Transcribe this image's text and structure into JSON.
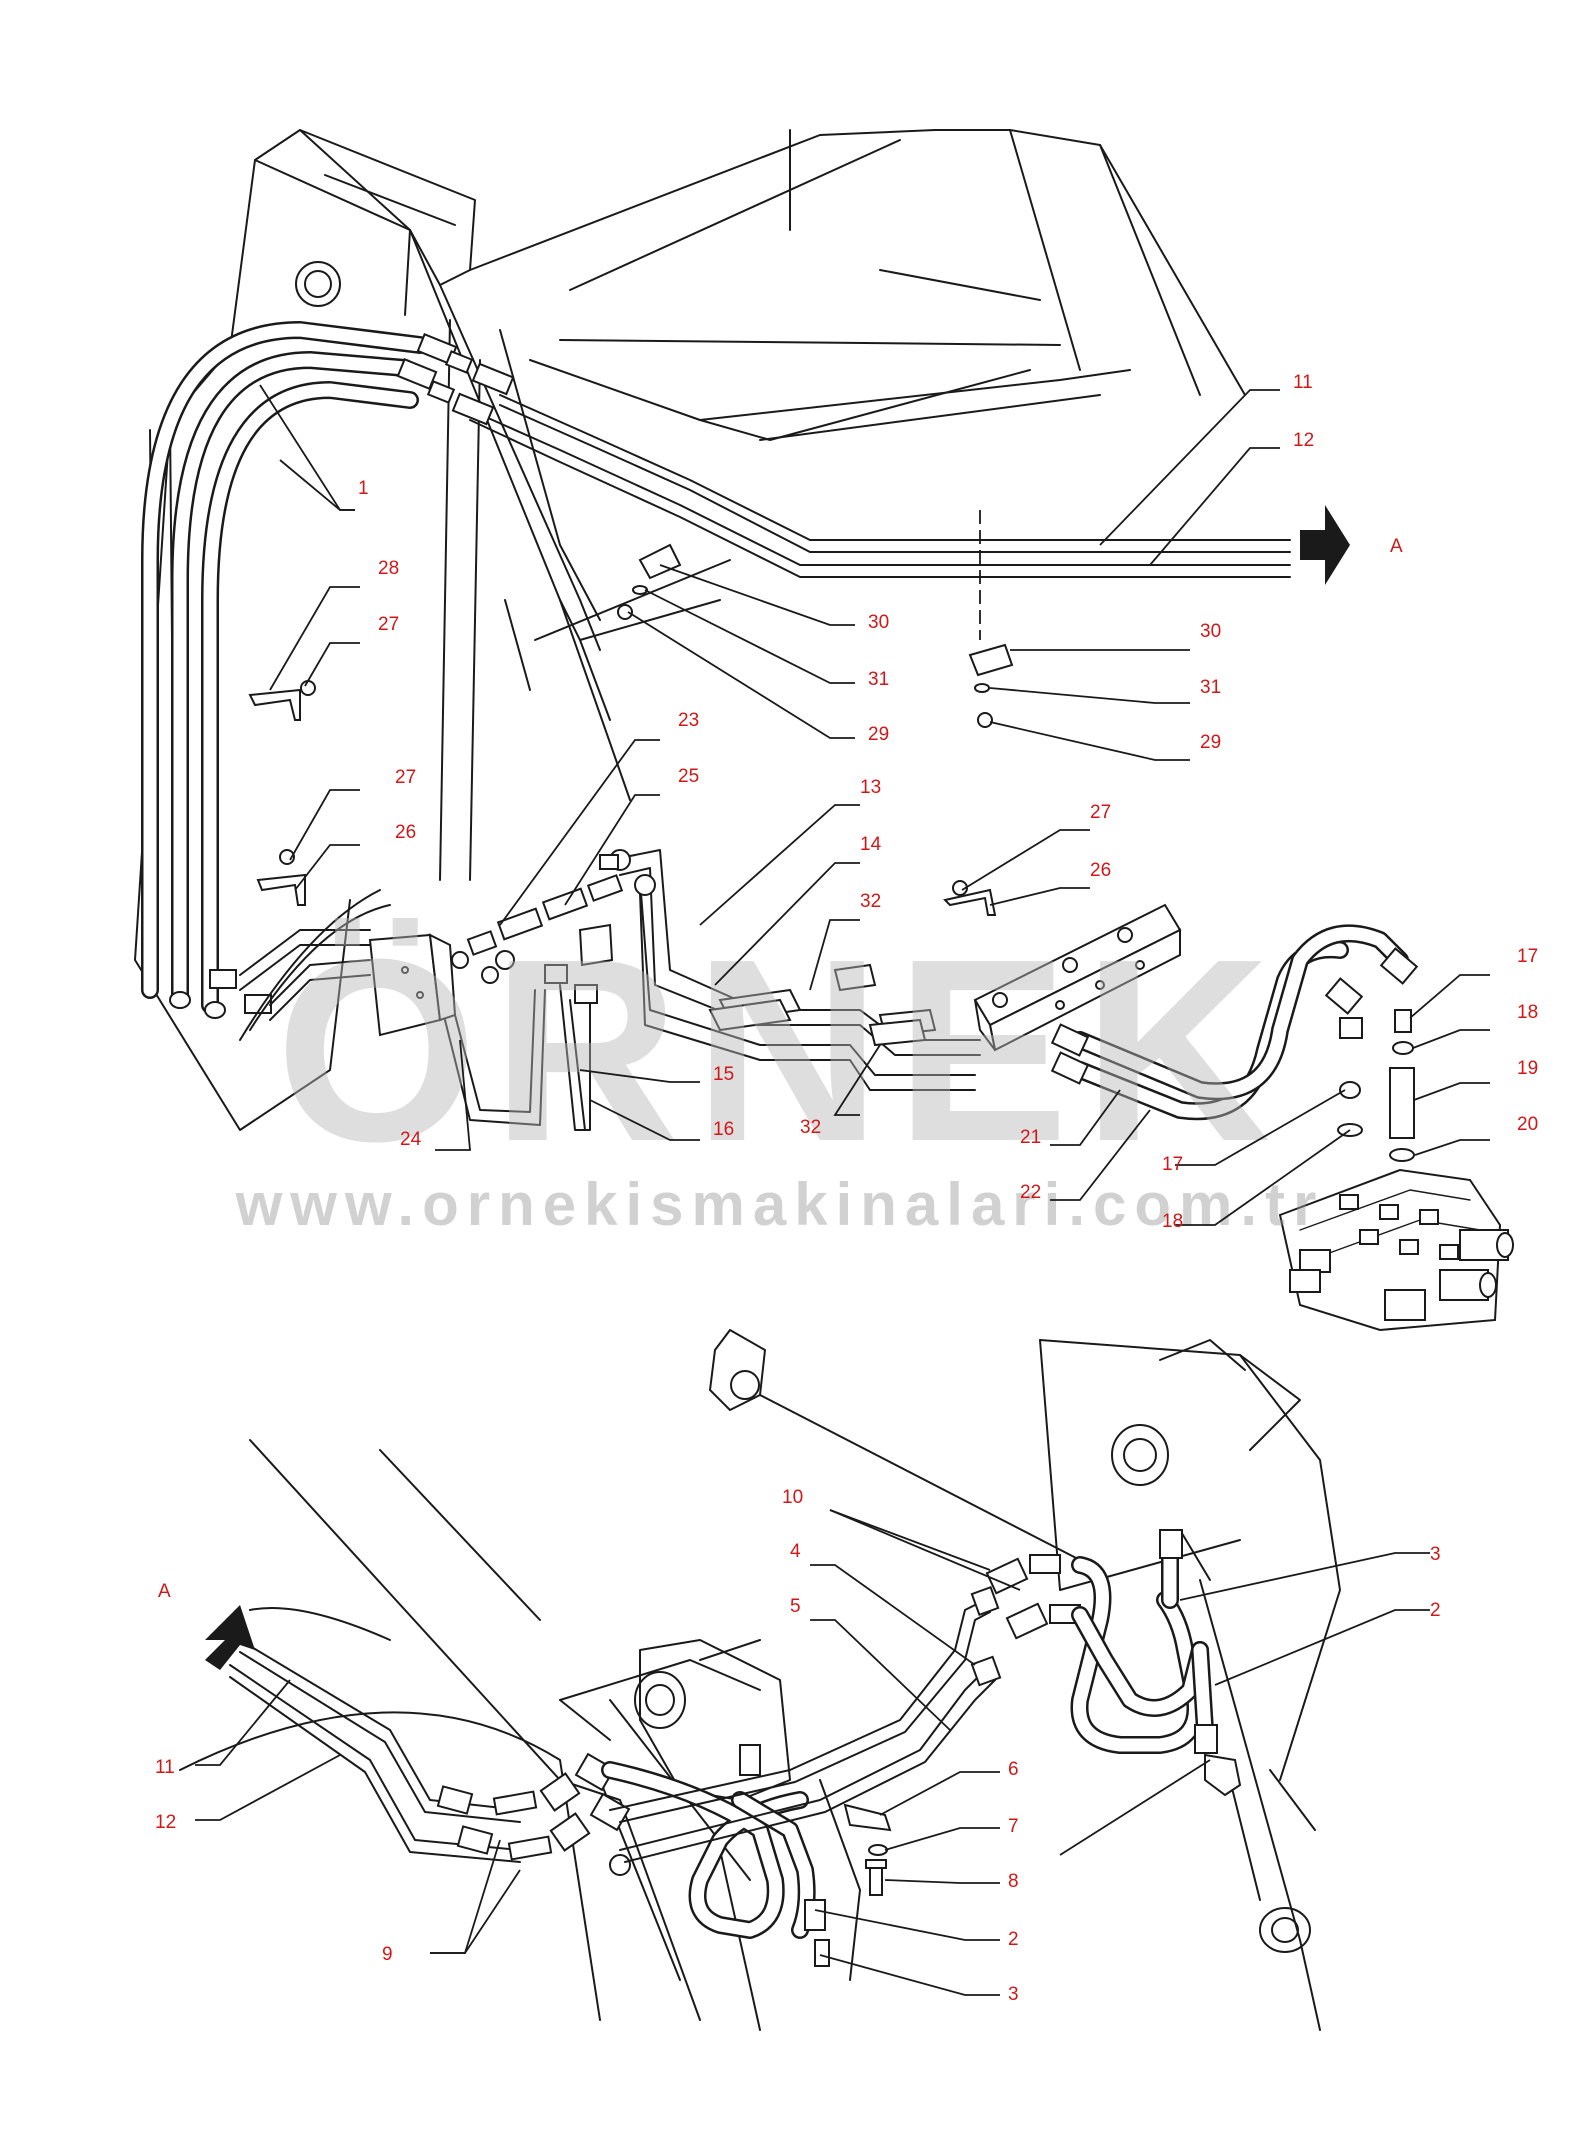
{
  "watermark": {
    "logo_text": "ÖRNEK",
    "url": "www.ornekismakinalari.com.tr"
  },
  "labels": {
    "top": [
      {
        "id": "1",
        "text": "1"
      },
      {
        "id": "11a",
        "text": "11"
      },
      {
        "id": "12a",
        "text": "12"
      },
      {
        "id": "A1",
        "text": "A"
      },
      {
        "id": "28",
        "text": "28"
      },
      {
        "id": "27a",
        "text": "27"
      },
      {
        "id": "30a",
        "text": "30"
      },
      {
        "id": "31a",
        "text": "31"
      },
      {
        "id": "29a",
        "text": "29"
      },
      {
        "id": "30b",
        "text": "30"
      },
      {
        "id": "31b",
        "text": "31"
      },
      {
        "id": "29b",
        "text": "29"
      },
      {
        "id": "23",
        "text": "23"
      },
      {
        "id": "25",
        "text": "25"
      },
      {
        "id": "13",
        "text": "13"
      },
      {
        "id": "14",
        "text": "14"
      },
      {
        "id": "32a",
        "text": "32"
      },
      {
        "id": "27b",
        "text": "27"
      },
      {
        "id": "26a",
        "text": "26"
      },
      {
        "id": "27c",
        "text": "27"
      },
      {
        "id": "26b",
        "text": "26"
      },
      {
        "id": "17a",
        "text": "17"
      },
      {
        "id": "18a",
        "text": "18"
      },
      {
        "id": "19",
        "text": "19"
      },
      {
        "id": "20",
        "text": "20"
      },
      {
        "id": "15",
        "text": "15"
      },
      {
        "id": "16",
        "text": "16"
      },
      {
        "id": "32b",
        "text": "32"
      },
      {
        "id": "24",
        "text": "24"
      },
      {
        "id": "21",
        "text": "21"
      },
      {
        "id": "22",
        "text": "22"
      },
      {
        "id": "17b",
        "text": "17"
      },
      {
        "id": "18b",
        "text": "18"
      }
    ],
    "bottom": [
      {
        "id": "10",
        "text": "10"
      },
      {
        "id": "4",
        "text": "4"
      },
      {
        "id": "5",
        "text": "5"
      },
      {
        "id": "3a",
        "text": "3"
      },
      {
        "id": "2a",
        "text": "2"
      },
      {
        "id": "A2",
        "text": "A"
      },
      {
        "id": "11b",
        "text": "11"
      },
      {
        "id": "12b",
        "text": "12"
      },
      {
        "id": "6",
        "text": "6"
      },
      {
        "id": "7",
        "text": "7"
      },
      {
        "id": "8",
        "text": "8"
      },
      {
        "id": "9",
        "text": "9"
      },
      {
        "id": "2b",
        "text": "2"
      },
      {
        "id": "3b",
        "text": "3"
      }
    ]
  }
}
